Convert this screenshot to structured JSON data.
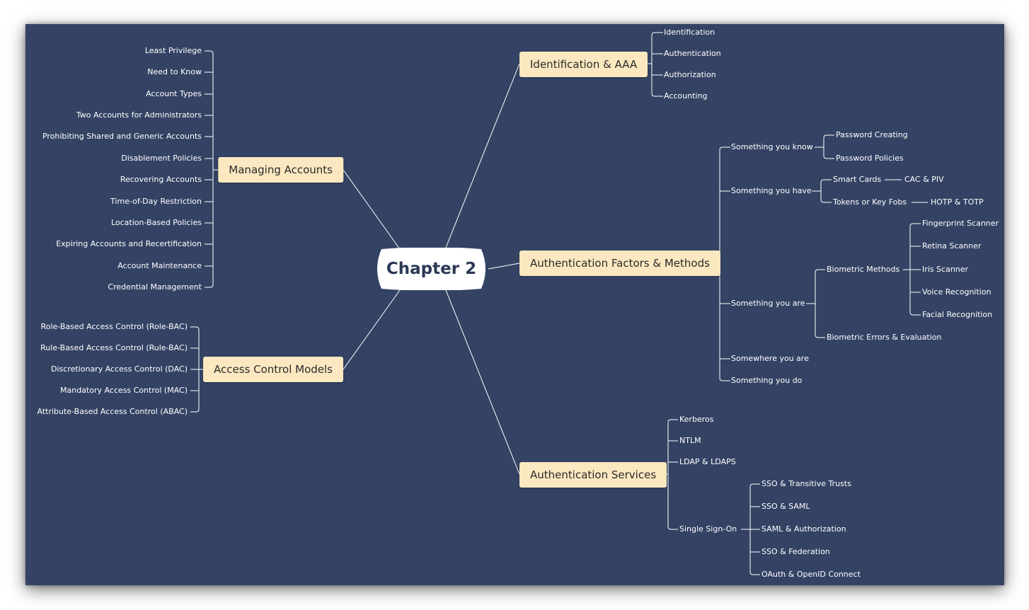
{
  "central": "Chapter 2",
  "branches": {
    "identification": "Identification & AAA",
    "factors": "Authentication Factors & Methods",
    "services": "Authentication Services",
    "managing": "Managing Accounts",
    "models": "Access Control Models"
  },
  "identification": [
    "Identification",
    "Authentication",
    "Authorization",
    "Accounting"
  ],
  "factors": {
    "know": "Something you know",
    "know_items": [
      "Password Creating",
      "Password Policies"
    ],
    "have": "Something you have",
    "have_items": [
      "Smart Cards",
      "Tokens or Key Fobs"
    ],
    "have_sub": [
      "CAC & PIV",
      "HOTP & TOTP"
    ],
    "are": "Something you are",
    "biometric": "Biometric Methods",
    "biometric_items": [
      "Fingerprint Scanner",
      "Retina Scanner",
      "Iris Scanner",
      "Voice Recognition",
      "Facial Recognition"
    ],
    "biometric_errors": "Biometric Errors & Evaluation",
    "where": "Somewhere you are",
    "do": "Something you do"
  },
  "services": {
    "items": [
      "Kerberos",
      "NTLM",
      "LDAP & LDAPS"
    ],
    "sso": "Single Sign-On",
    "sso_items": [
      "SSO & Transitive Trusts",
      "SSO & SAML",
      "SAML & Authorization",
      "SSO & Federation",
      "OAuth & OpenID Connect"
    ]
  },
  "managing": [
    "Least Privilege",
    "Need to Know",
    "Account Types",
    "Two Accounts for Administrators",
    "Prohibiting Shared and Generic Accounts",
    "Disablement Policies",
    "Recovering Accounts",
    "Time-of-Day Restriction",
    "Location-Based Policies",
    "Expiring Accounts and Recertification",
    "Account Maintenance",
    "Credential Management"
  ],
  "models": [
    "Role-Based Access Control (Role-BAC)",
    "Rule-Based Access Control (Rule-BAC)",
    "Discretionary Access Control (DAC)",
    "Mandatory Access Control (MAC)",
    "Attribute-Based Access Control (ABAC)"
  ]
}
